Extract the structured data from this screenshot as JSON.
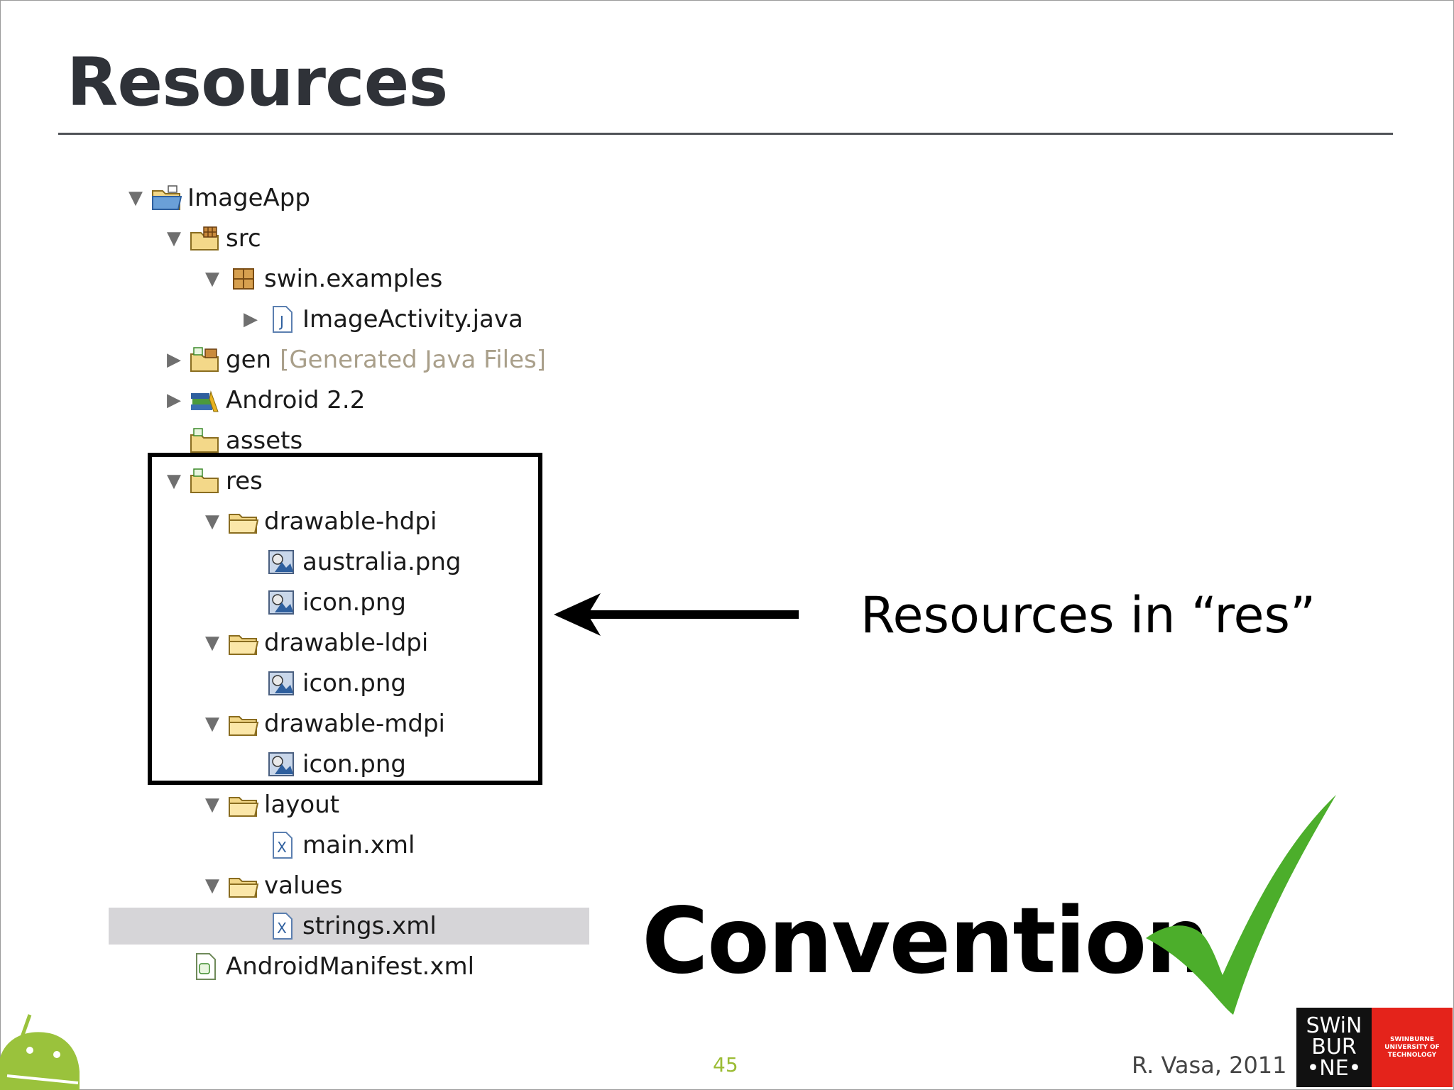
{
  "slide": {
    "title": "Resources",
    "callout": "Resources in “res”",
    "convention": "Convention",
    "page_number": "45",
    "author": "R. Vasa, 2011",
    "logo_lines": [
      "SWiN",
      "BUR",
      "•NE•"
    ],
    "logo_tagline": "SWINBURNE UNIVERSITY OF TECHNOLOGY"
  },
  "tree": {
    "items": [
      {
        "label": "ImageApp",
        "toggle": "expanded",
        "icon": "project-folder-icon"
      },
      {
        "label": "src",
        "toggle": "expanded",
        "icon": "source-folder-icon"
      },
      {
        "label": "swin.examples",
        "toggle": "expanded",
        "icon": "package-icon"
      },
      {
        "label": "ImageActivity.java",
        "toggle": "collapsed",
        "icon": "java-file-icon"
      },
      {
        "label": "gen",
        "note": "[Generated Java Files]",
        "toggle": "collapsed",
        "icon": "generated-folder-icon"
      },
      {
        "label": "Android 2.2",
        "toggle": "collapsed",
        "icon": "library-icon"
      },
      {
        "label": "assets",
        "toggle": "none",
        "icon": "folder-icon"
      },
      {
        "label": "res",
        "toggle": "expanded",
        "icon": "folder-icon"
      },
      {
        "label": "drawable-hdpi",
        "toggle": "expanded",
        "icon": "folder-icon"
      },
      {
        "label": "australia.png",
        "toggle": "none",
        "icon": "image-file-icon"
      },
      {
        "label": "icon.png",
        "toggle": "none",
        "icon": "image-file-icon"
      },
      {
        "label": "drawable-ldpi",
        "toggle": "expanded",
        "icon": "folder-icon"
      },
      {
        "label": "icon.png",
        "toggle": "none",
        "icon": "image-file-icon"
      },
      {
        "label": "drawable-mdpi",
        "toggle": "expanded",
        "icon": "folder-icon"
      },
      {
        "label": "icon.png",
        "toggle": "none",
        "icon": "image-file-icon"
      },
      {
        "label": "layout",
        "toggle": "expanded",
        "icon": "folder-icon"
      },
      {
        "label": "main.xml",
        "toggle": "none",
        "icon": "xml-file-icon"
      },
      {
        "label": "values",
        "toggle": "expanded",
        "icon": "folder-icon"
      },
      {
        "label": "strings.xml",
        "toggle": "none",
        "icon": "xml-file-icon",
        "selected": true
      },
      {
        "label": "AndroidManifest.xml",
        "toggle": "none",
        "icon": "manifest-file-icon"
      }
    ]
  },
  "colors": {
    "title": "#2f3238",
    "page_number": "#9bbc34",
    "check": "#4cae2b",
    "selection": "#d6d5d8",
    "logo_red": "#e4231b"
  }
}
